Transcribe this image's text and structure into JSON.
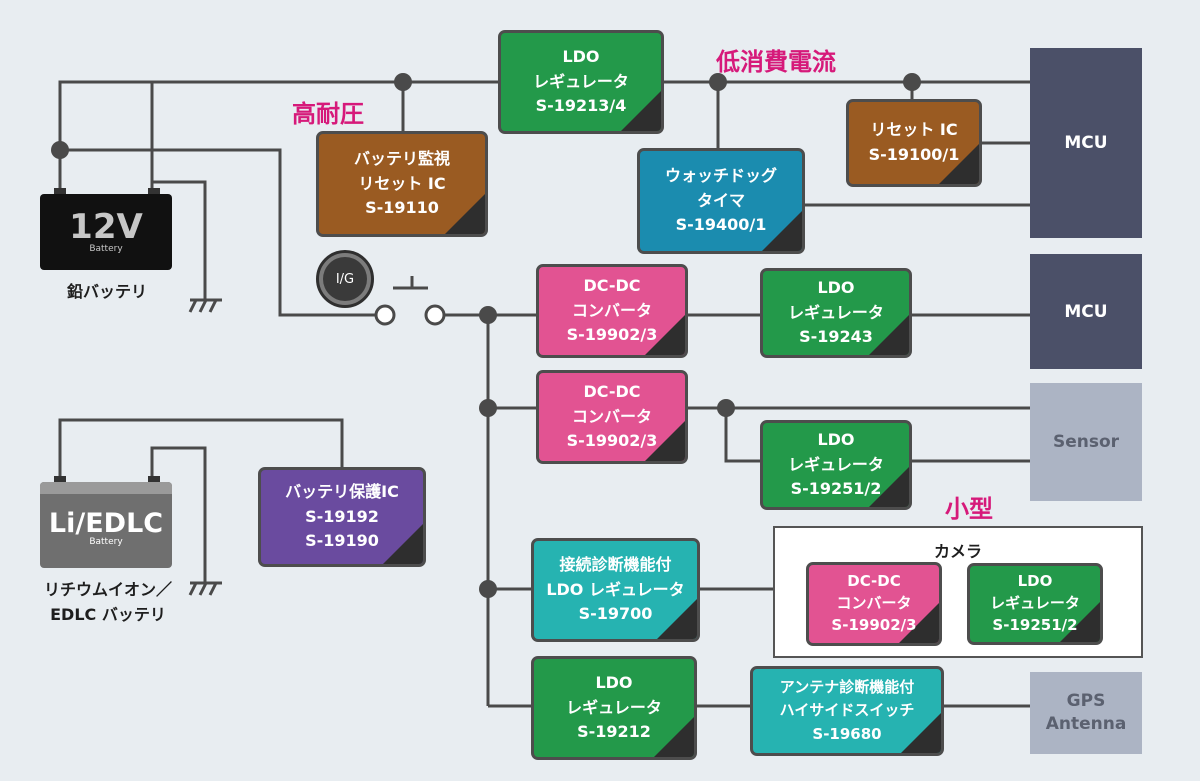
{
  "annotations": {
    "high_voltage": "高耐圧",
    "low_current": "低消費電流",
    "small": "小型"
  },
  "batteries": {
    "lead": {
      "big": "12V",
      "small": "Battery",
      "label": "鉛バッテリ"
    },
    "li": {
      "big": "Li/EDLC",
      "small": "Battery",
      "label_line1": "リチウムイオン／",
      "label_line2": "EDLC バッテリ"
    }
  },
  "ignition": {
    "label": "I/G"
  },
  "blocks": {
    "ldo_top": [
      "LDO",
      "レギュレータ",
      "S-19213/4"
    ],
    "battery_monitor": [
      "バッテリ監視",
      "リセット IC",
      "S-19110"
    ],
    "reset_ic": [
      "リセット IC",
      "S-19100/1"
    ],
    "watchdog": [
      "ウォッチドッグ",
      "タイマ",
      "S-19400/1"
    ],
    "dcdc_1": [
      "DC-DC",
      "コンバータ",
      "S-19902/3"
    ],
    "ldo_2": [
      "LDO",
      "レギュレータ",
      "S-19243"
    ],
    "dcdc_2": [
      "DC-DC",
      "コンバータ",
      "S-19902/3"
    ],
    "ldo_3": [
      "LDO",
      "レギュレータ",
      "S-19251/2"
    ],
    "battery_protect": [
      "バッテリ保護IC",
      "S-19192",
      "S-19190"
    ],
    "ldo_diag": [
      "接続診断機能付",
      "LDO レギュレータ",
      "S-19700"
    ],
    "cam_dcdc": [
      "DC-DC",
      "コンバータ",
      "S-19902/3"
    ],
    "cam_ldo": [
      "LDO",
      "レギュレータ",
      "S-19251/2"
    ],
    "ldo_gps": [
      "LDO",
      "レギュレータ",
      "S-19212"
    ],
    "antenna_switch": [
      "アンテナ診断機能付",
      "ハイサイドスイッチ",
      "S-19680"
    ]
  },
  "camera": {
    "title": "カメラ"
  },
  "endpoints": {
    "mcu_1": "MCU",
    "mcu_2": "MCU",
    "sensor": "Sensor",
    "gps_line1": "GPS",
    "gps_line2": "Antenna"
  },
  "colors": {
    "ldo": "#23994a",
    "monitor": "#9a5b22",
    "watchdog": "#1b8caf",
    "dcdc": "#e25392",
    "protect": "#6a4b9f",
    "diag": "#26b3b1",
    "mcu": "#4b5068",
    "peripheral": "#acb4c4",
    "annotation": "#d6197a"
  }
}
